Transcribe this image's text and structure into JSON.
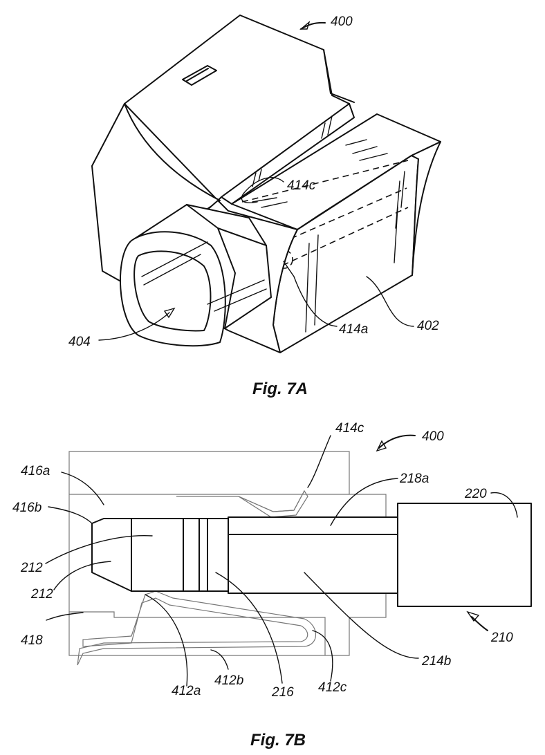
{
  "figure_a": {
    "caption": "Fig. 7A",
    "labels": {
      "l400": "400",
      "l414c": "414c",
      "l404": "404",
      "l414a": "414a",
      "l402": "402"
    }
  },
  "figure_b": {
    "caption": "Fig. 7B",
    "labels": {
      "l414c": "414c",
      "l400": "400",
      "l416a": "416a",
      "l218a": "218a",
      "l220": "220",
      "l416b": "416b",
      "l212a": "212",
      "l212b": "212",
      "l418": "418",
      "l210": "210",
      "l214b": "214b",
      "l412a": "412a",
      "l412b": "412b",
      "l216": "216",
      "l412c": "412c"
    }
  }
}
